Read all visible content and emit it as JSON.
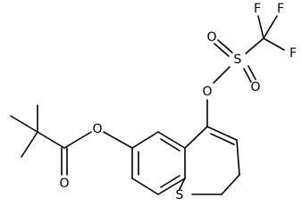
{
  "molecule": {
    "atoms": {
      "ester_oxygen_carbonyl": "O",
      "ester_oxygen_link": "O",
      "ring_sulfur": "S",
      "triflate_oxygen_link": "O",
      "sulfonyl_sulfur": "S",
      "sulfonyl_oxygen_a": "O",
      "sulfonyl_oxygen_b": "O",
      "fluorine_top_left": "F",
      "fluorine_top_right": "F",
      "fluorine_right": "F"
    }
  },
  "colors": {
    "bond": "#000000",
    "label": "#000000",
    "background": "#ffffff"
  }
}
